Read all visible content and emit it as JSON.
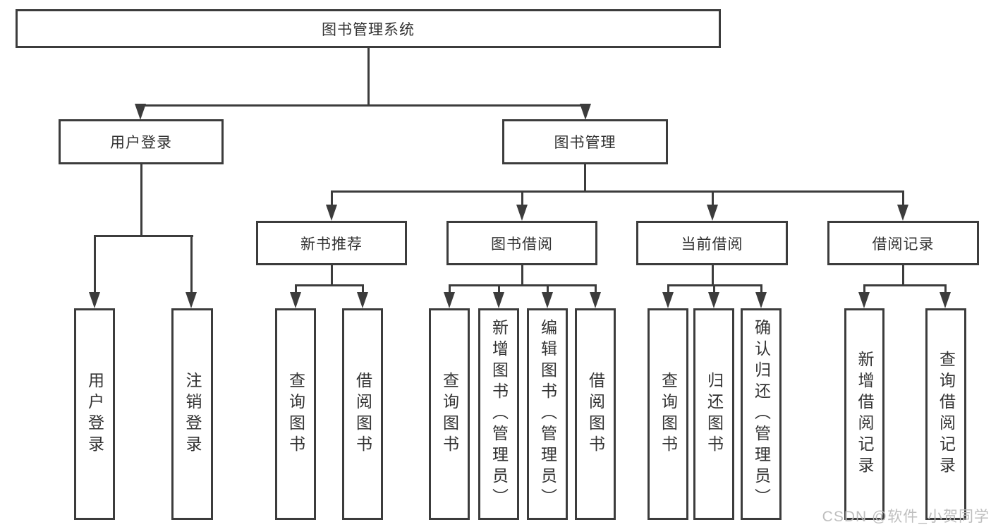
{
  "colors": {
    "line": "#3c3c3c",
    "text": "#333333",
    "background": "#ffffff",
    "watermark": "#bababa"
  },
  "watermark": "CSDN @软件_小贺同学",
  "tree": {
    "root": {
      "id": "library-management-system",
      "label": "图书管理系统",
      "children": [
        {
          "id": "user-login",
          "label": "用户登录",
          "children": [
            {
              "id": "user-login-leaf",
              "label": "用户登录"
            },
            {
              "id": "logout",
              "label": "注销登录"
            }
          ]
        },
        {
          "id": "book-management",
          "label": "图书管理",
          "children": [
            {
              "id": "new-book-recommend",
              "label": "新书推荐",
              "children": [
                {
                  "id": "query-books",
                  "label": "查询图书"
                },
                {
                  "id": "borrow-books",
                  "label": "借阅图书"
                }
              ]
            },
            {
              "id": "book-borrowing",
              "label": "图书借阅",
              "children": [
                {
                  "id": "query-books",
                  "label": "查询图书"
                },
                {
                  "id": "add-books-admin",
                  "label": "新增图书（管理员）"
                },
                {
                  "id": "edit-books-admin",
                  "label": "编辑图书（管理员）"
                },
                {
                  "id": "borrow-books",
                  "label": "借阅图书"
                }
              ]
            },
            {
              "id": "current-borrowing",
              "label": "当前借阅",
              "children": [
                {
                  "id": "query-books",
                  "label": "查询图书"
                },
                {
                  "id": "return-books",
                  "label": "归还图书"
                },
                {
                  "id": "confirm-return-admin",
                  "label": "确认归还（管理员）"
                }
              ]
            },
            {
              "id": "borrowing-records",
              "label": "借阅记录",
              "children": [
                {
                  "id": "add-borrow-record",
                  "label": "新增借阅记录"
                },
                {
                  "id": "query-borrow-record",
                  "label": "查询借阅记录"
                }
              ]
            }
          ]
        }
      ]
    }
  }
}
